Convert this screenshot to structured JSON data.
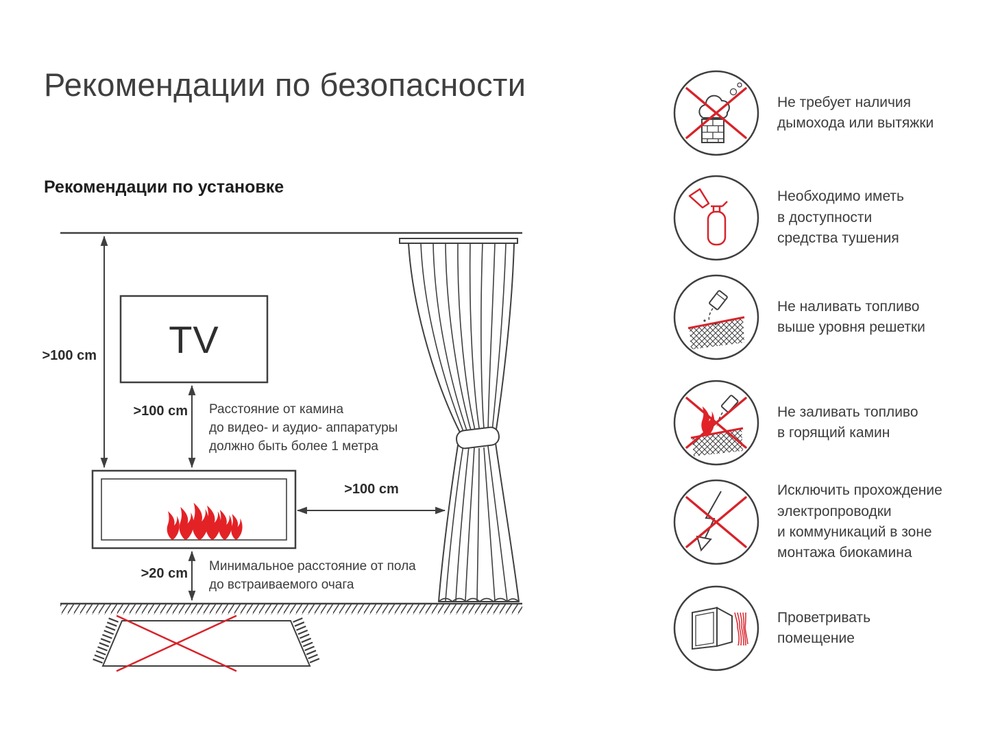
{
  "page": {
    "title": "Рекомендации по безопасности",
    "section_title": "Рекомендации по установке"
  },
  "diagram": {
    "tv_label": "TV",
    "dims": {
      "ceiling_to_fireplace": ">100 cm",
      "tv_to_fireplace": ">100 cm",
      "fireplace_to_curtain": ">100 cm",
      "floor_to_fireplace": ">20 cm"
    },
    "notes": {
      "tv_distance": "Расстояние от камина\nдо видео- и аудио- аппаратуры\nдолжно быть более 1 метра",
      "floor_distance": "Минимальное расстояние от пола\nдо встраиваемого очага"
    }
  },
  "safety_list": {
    "items": [
      {
        "icon": "no-chimney-icon",
        "label": "Не требует наличия\nдымохода или вытяжки"
      },
      {
        "icon": "fire-extinguisher-icon",
        "label": "Необходимо иметь\nв доступности\nсредства тушения"
      },
      {
        "icon": "fuel-below-grate-icon",
        "label": "Не наливать топливо\nвыше уровня решетки"
      },
      {
        "icon": "no-refuel-burning-icon",
        "label": "Не заливать топливо\nв горящий камин"
      },
      {
        "icon": "no-electrical-wiring-icon",
        "label": "Исключить прохождение\nэлектропроводки\nи коммуникаций в зоне\nмонтажа биокамина"
      },
      {
        "icon": "ventilate-room-icon",
        "label": "Проветривать\nпомещение"
      }
    ]
  },
  "colors": {
    "line": "#3f3f3f",
    "accent_red": "#d8232a",
    "flame_red": "#e32226"
  }
}
